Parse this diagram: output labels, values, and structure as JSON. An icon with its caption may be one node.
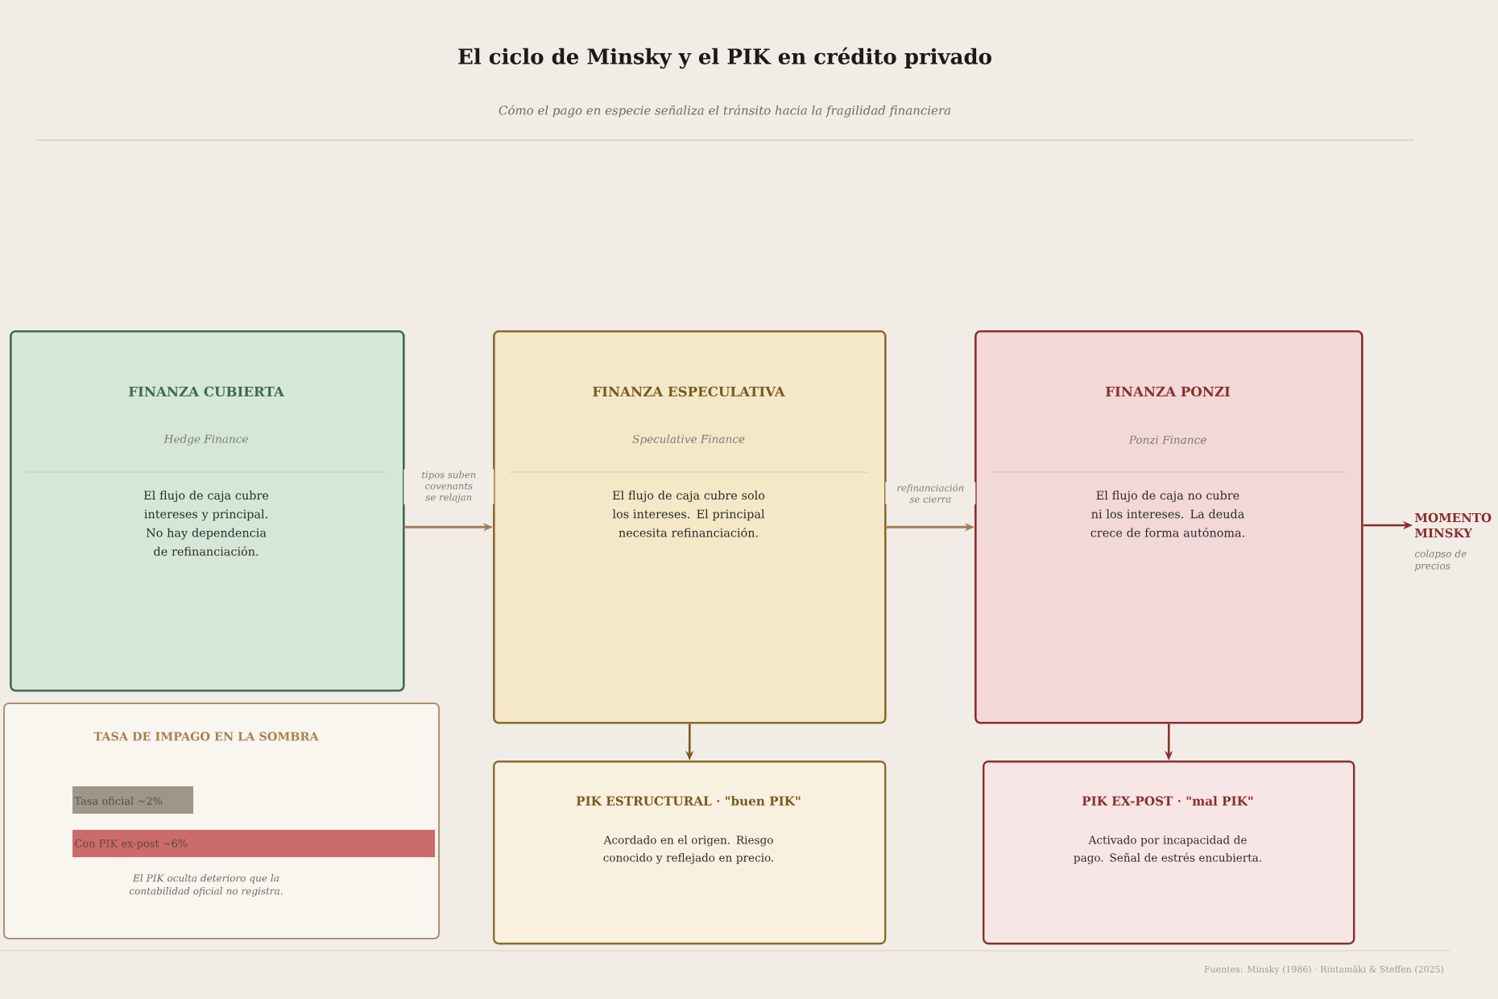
{
  "diagram": {
    "title": "El ciclo de Minsky y el PIK en crédito privado",
    "caption": "Cómo el pago en especie señaliza el tránsito hacia la fragilidad financiera",
    "nodes": [
      {
        "text": [
          "FINANZA CUBIERTA",
          "Hedge Finance",
          "El flujo de caja cubre intereses y principal. No hay dependencia de refinanciación."
        ]
      },
      {
        "text": [
          "FINANZA ESPECULATIVA",
          "Speculative Finance",
          "El flujo de caja cubre solo los intereses. El principal necesita refinanciación."
        ]
      },
      {
        "text": [
          "FINANZA PONZI",
          "Ponzi Finance",
          "El flujo de caja no cubre ni los intereses. La deuda crece de forma autónoma."
        ]
      },
      {
        "text": [
          "MOMENTO MINSKY"
        ],
        "beside": [
          "colapso de precios"
        ]
      },
      {
        "text": [
          "PIK ESTRUCTURAL  ·  \"buen PIK\"",
          "Acordado en el origen. Riesgo conocido y reflejado en precio."
        ]
      },
      {
        "text": [
          "PIK EX-POST  ·  \"mal PIK\"",
          "Activado por incapacidad de pago. Señal de estrés encubierta."
        ]
      },
      {
        "text": [
          "TASA DE IMPAGO EN LA SOMBRA",
          "Tasa oficial  ~2%",
          "Con PIK ex-post  ~6%",
          "El PIK oculta deterioro que la contabilidad oficial no registra."
        ]
      }
    ],
    "edges": [
      {
        "from": 0,
        "to": 1,
        "arrow": "to",
        "label": "tipos suben covenants se relajan"
      },
      {
        "from": 1,
        "to": 2,
        "arrow": "to",
        "label": "refinanciación se cierra"
      },
      {
        "from": 2,
        "to": 3,
        "arrow": "to",
        "color": "#8b2e2e"
      },
      {
        "from": 1,
        "to": 4,
        "arrow": "to",
        "color": "#7a5a20"
      },
      {
        "from": 2,
        "to": 5,
        "arrow": "to",
        "color": "#8b2e2e"
      }
    ],
    "labels": [
      "Fuentes: Minsky (1986) · Rintamäki & Steffen (2025)"
    ]
  }
}
